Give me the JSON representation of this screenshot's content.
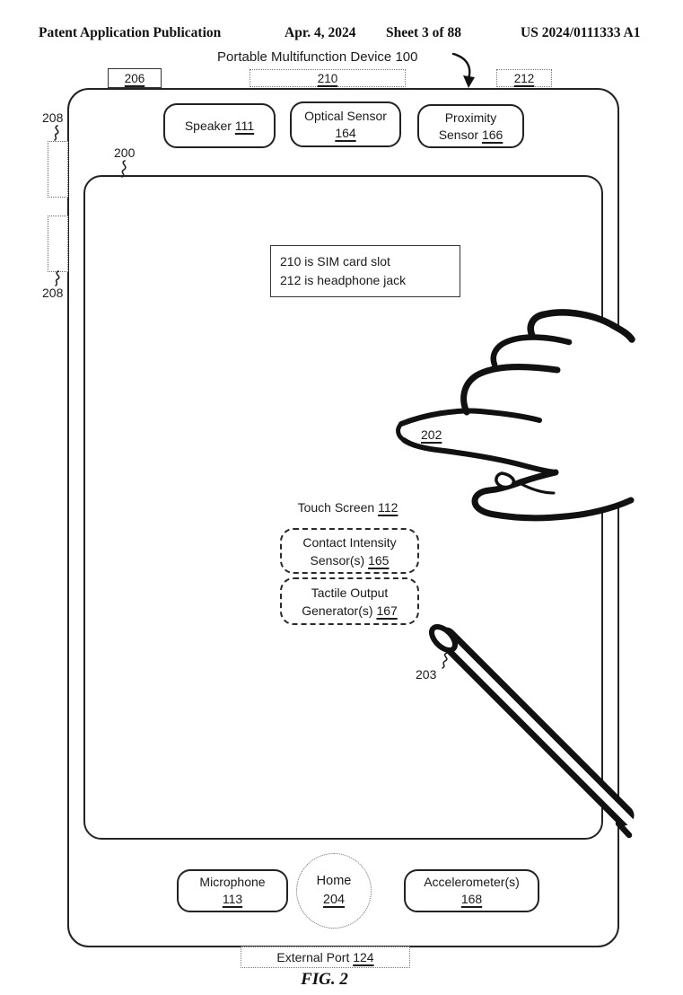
{
  "header": {
    "publication": "Patent Application Publication",
    "date": "Apr. 4, 2024",
    "sheet": "Sheet 3 of 88",
    "patent_number": "US 2024/0111333 A1"
  },
  "figure": {
    "caption": "FIG. 2",
    "ink_color": "#1a1a1a",
    "title": {
      "text": "Portable Multifunction Device",
      "num": "100"
    },
    "note": {
      "line1": "210 is SIM card slot",
      "line2": "212 is headphone jack"
    },
    "refs": {
      "r206": "206",
      "r210": "210",
      "r212": "212",
      "r208_top": "208",
      "r208_bottom": "208",
      "r200": "200",
      "r202": "202",
      "r203": "203"
    },
    "components": {
      "speaker": {
        "label": "Speaker",
        "num": "111"
      },
      "optical_sensor": {
        "label": "Optical Sensor",
        "num": "164"
      },
      "proximity_sensor": {
        "line1": "Proximity",
        "line2": "Sensor",
        "num": "166"
      },
      "touch_screen": {
        "label": "Touch Screen",
        "num": "112"
      },
      "contact_intensity": {
        "line1": "Contact Intensity",
        "line2": "Sensor(s)",
        "num": "165"
      },
      "tactile_output": {
        "line1": "Tactile Output",
        "line2": "Generator(s)",
        "num": "167"
      },
      "microphone": {
        "label": "Microphone",
        "num": "113"
      },
      "home": {
        "label": "Home",
        "num": "204"
      },
      "accelerometer": {
        "label": "Accelerometer(s)",
        "num": "168"
      },
      "external_port": {
        "label": "External Port",
        "num": "124"
      }
    }
  }
}
